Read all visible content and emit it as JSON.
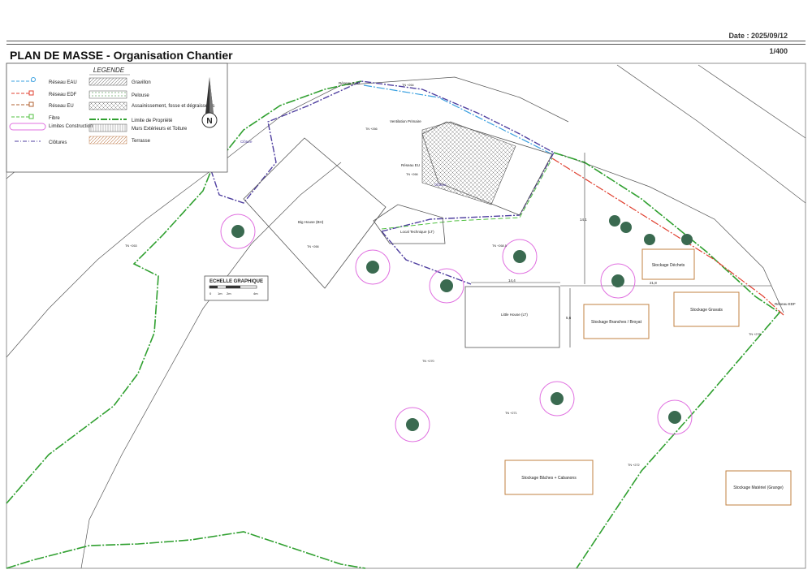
{
  "header": {
    "date": "Date : 2025/09/12",
    "scale": "1/400",
    "title": "PLAN DE MASSE - Organisation Chantier"
  },
  "legend": {
    "title": "LEGENDE",
    "left_items": [
      {
        "label": "Réseau EAU",
        "color": "#3aa0e0"
      },
      {
        "label": "Réseau EDF",
        "color": "#e04030"
      },
      {
        "label": "Réseau EU",
        "color": "#b06030"
      },
      {
        "label": "Fibre",
        "color": "#50c040"
      },
      {
        "label": "Limites Construction",
        "color": "#e070e0"
      },
      {
        "label": "Clôtures",
        "color": "#5040a0"
      }
    ],
    "right_items": [
      {
        "label": "Gravillon"
      },
      {
        "label": "Pelouse"
      },
      {
        "label": "Assainissement, fosse et dégraisseurs"
      },
      {
        "label": "Limite de Propriété",
        "color": "#30a030"
      },
      {
        "label": "Murs Extérieurs et Toiture"
      },
      {
        "label": "Terrasse",
        "color": "#c08050"
      }
    ]
  },
  "scale_bar": {
    "title": "ECHELLE GRAPHIQUE",
    "ticks": [
      "0",
      "1m",
      "2m",
      "4m"
    ]
  },
  "labels": {
    "reseau_eau": "Réseau EAU",
    "ventilation": "Ventilation Primaire",
    "reseau_eu": "Réseau EU",
    "big_house": "Big House (BH)",
    "little_house": "Little House (LT)",
    "local_technique": "Local Technique (LT)",
    "cloture_1": "Clôture",
    "cloture_2": "Clôture",
    "reseau_edf": "Réseau EDF",
    "dim_h1": "14,4",
    "dim_h2": "21,8",
    "dim_v1": "14,1",
    "dim_v2": "5,6",
    "tn_a": "TN +264",
    "tn_b": "TN +266",
    "tn_c": "TN +266",
    "tn_d": "TN +270",
    "tn_e": "TN +271",
    "tn_f": "TN +272",
    "tn_g": "TN +278",
    "tn_h": "TN +263",
    "tn_i": "TN +268,5",
    "tn_j": "TN +266"
  },
  "storage": [
    {
      "label": "Stockage Déchets"
    },
    {
      "label": "Stockage Gravats"
    },
    {
      "label": "Stockage Branches / Broyat"
    },
    {
      "label": "Stockage Bâches + Cabanons"
    },
    {
      "label": "Stockage Matériel (Grange)"
    }
  ],
  "trees_count_note": ""
}
